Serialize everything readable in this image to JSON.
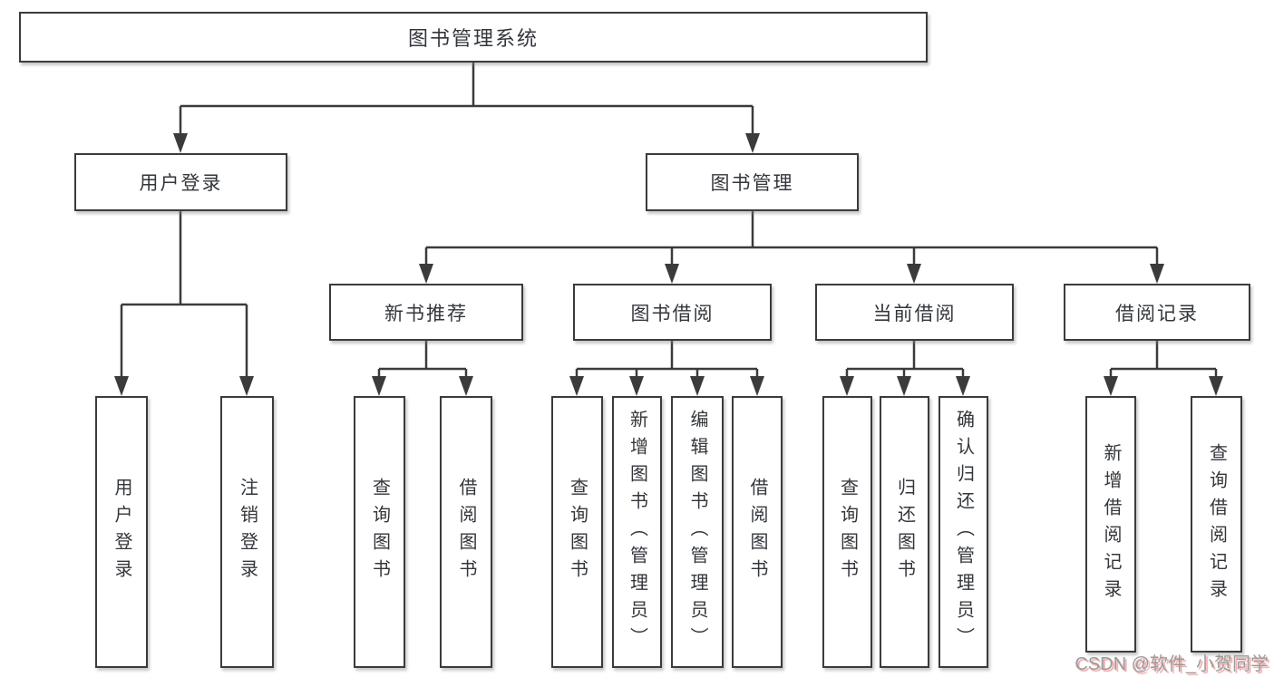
{
  "tree": {
    "label": "图书管理系统",
    "children": [
      {
        "label": "用户登录",
        "children": [
          {
            "label": "用户登录"
          },
          {
            "label": "注销登录"
          }
        ]
      },
      {
        "label": "图书管理",
        "children": [
          {
            "label": "新书推荐",
            "children": [
              {
                "label": "查询图书"
              },
              {
                "label": "借阅图书"
              }
            ]
          },
          {
            "label": "图书借阅",
            "children": [
              {
                "label": "查询图书"
              },
              {
                "label": "新增图书（管理员）"
              },
              {
                "label": "编辑图书（管理员）"
              },
              {
                "label": "借阅图书"
              }
            ]
          },
          {
            "label": "当前借阅",
            "children": [
              {
                "label": "查询图书"
              },
              {
                "label": "归还图书"
              },
              {
                "label": "确认归还（管理员）"
              }
            ]
          },
          {
            "label": "借阅记录",
            "children": [
              {
                "label": "新增借阅记录"
              },
              {
                "label": "查询借阅记录"
              }
            ]
          }
        ]
      }
    ]
  },
  "watermark": {
    "text": "CSDN @软件_小贺同学"
  },
  "colors": {
    "line": "#3b3b3b",
    "text": "#33363b",
    "watermark_text": "#9b9b9b",
    "watermark_shadow": "#e05555"
  }
}
